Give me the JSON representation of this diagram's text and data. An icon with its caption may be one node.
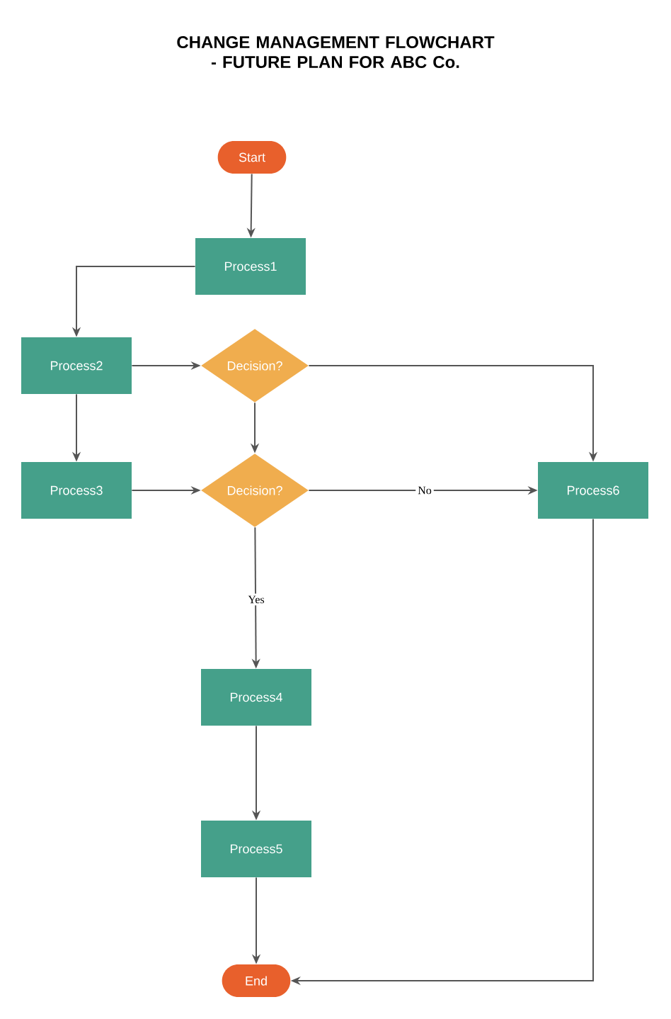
{
  "diagram": {
    "title": "CHANGE MANAGEMENT FLOWCHART - FUTURE PLAN FOR ABC Co.",
    "nodes": [
      {
        "text": [
          "Start"
        ]
      },
      {
        "text": [
          "Process1"
        ]
      },
      {
        "text": [
          "Process2"
        ]
      },
      {
        "text": [
          "Decision?"
        ]
      },
      {
        "text": [
          "Process3"
        ]
      },
      {
        "text": [
          "Decision?"
        ]
      },
      {
        "text": [
          "Process6"
        ]
      },
      {
        "text": [
          "Process4"
        ]
      },
      {
        "text": [
          "Process5"
        ]
      },
      {
        "text": [
          "End"
        ]
      }
    ],
    "edges": [
      {
        "from": 0,
        "to": 1,
        "arrow": "to"
      },
      {
        "from": 1,
        "to": 2,
        "arrow": "to"
      },
      {
        "from": 2,
        "to": 3,
        "arrow": "to"
      },
      {
        "from": 2,
        "to": 4,
        "arrow": "to"
      },
      {
        "from": 3,
        "to": 5,
        "arrow": "to"
      },
      {
        "from": 3,
        "to": 6,
        "arrow": "to"
      },
      {
        "from": 4,
        "to": 5,
        "arrow": "to"
      },
      {
        "from": 5,
        "to": 6,
        "arrow": "to",
        "label": "No"
      },
      {
        "from": 5,
        "to": 7,
        "arrow": "to",
        "label": "Yes"
      },
      {
        "from": 7,
        "to": 8,
        "arrow": "to"
      },
      {
        "from": 8,
        "to": 9,
        "arrow": "to"
      },
      {
        "from": 6,
        "to": 9,
        "arrow": "to"
      }
    ]
  }
}
